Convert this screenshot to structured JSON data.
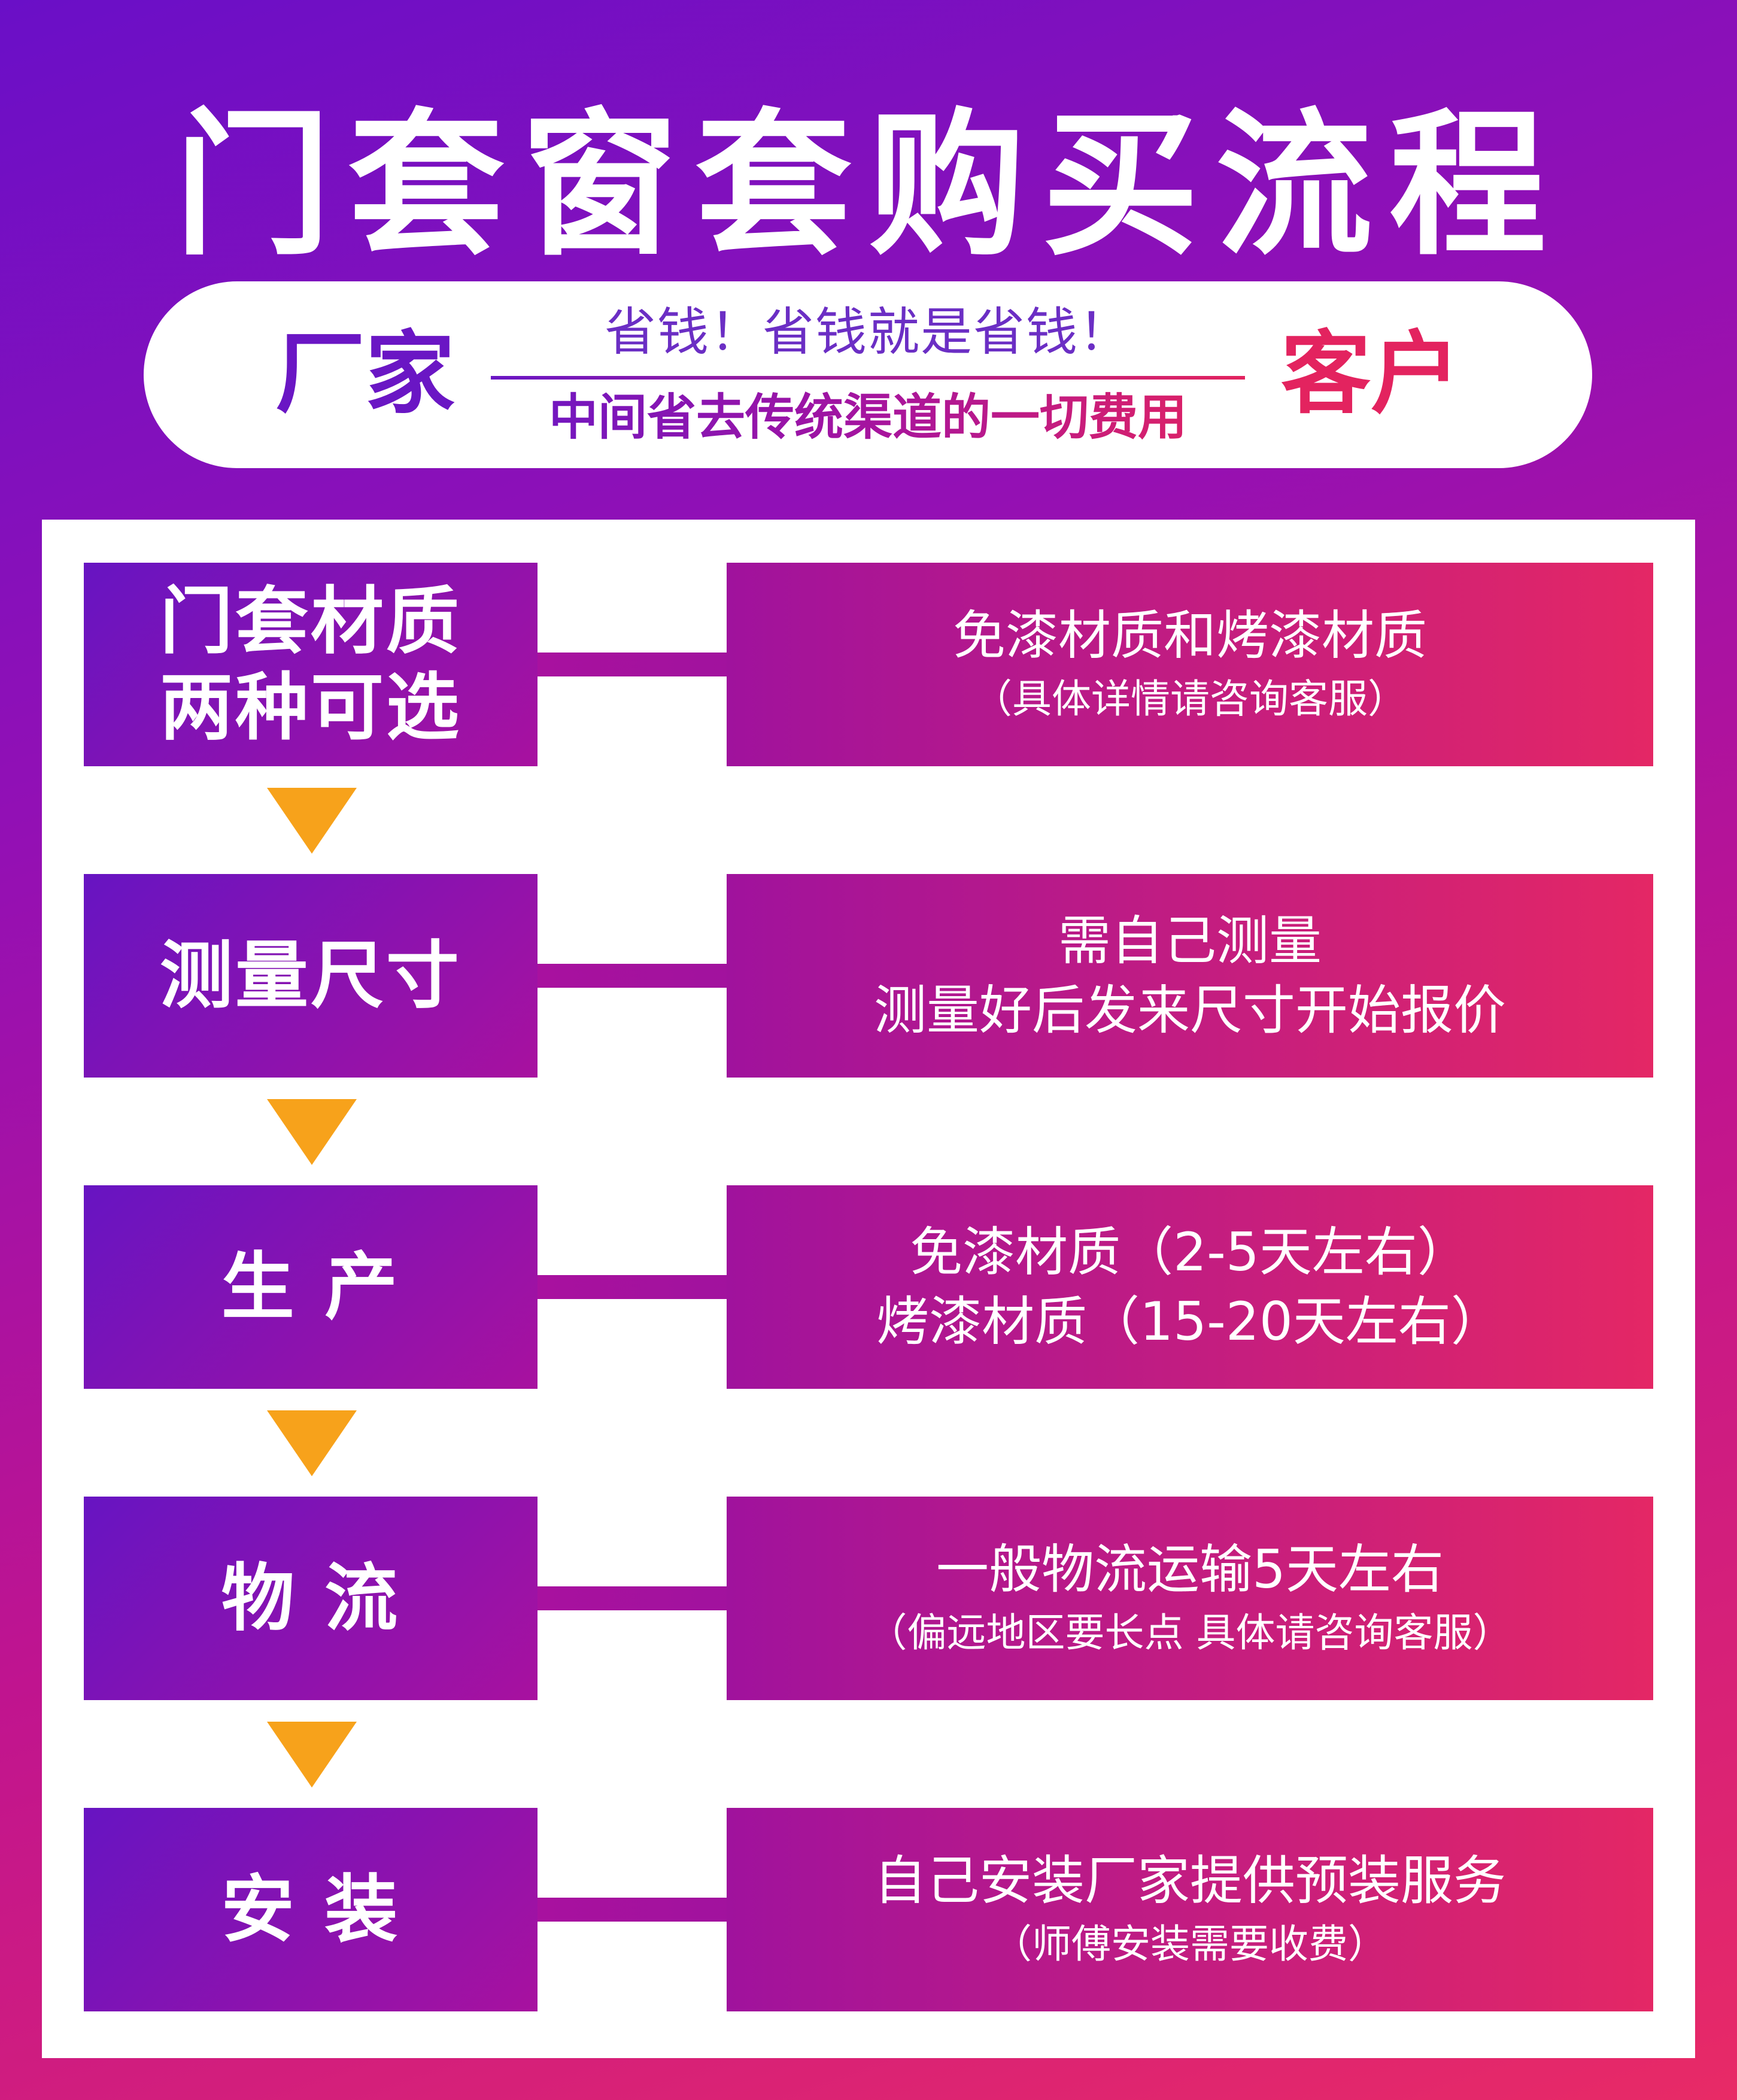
{
  "title": "门套窗套购买流程",
  "banner": {
    "left": "厂家",
    "right": "客户",
    "slogan_top": "省钱！省钱就是省钱！",
    "slogan_bottom": "中间省去传统渠道的一切费用"
  },
  "steps": [
    {
      "label": "门套材质\n两种可选",
      "lines": [
        "免漆材质和烤漆材质"
      ],
      "sub": "（具体详情请咨询客服）"
    },
    {
      "label": "测量尺寸",
      "lines": [
        "需自己测量",
        "测量好后发来尺寸开始报价"
      ],
      "sub": ""
    },
    {
      "label": "生  产",
      "lines": [
        "免漆材质（2-5天左右）",
        "烤漆材质（15-20天左右）"
      ],
      "sub": ""
    },
    {
      "label": "物  流",
      "lines": [
        "一般物流运输5天左右"
      ],
      "sub": "（偏远地区要长点 具体请咨询客服）"
    },
    {
      "label": "安  装",
      "lines": [
        "自己安装厂家提供预装服务"
      ],
      "sub": "（师傅安装需要收费）"
    }
  ],
  "colors": {
    "label_start": "#6714c2",
    "label_end": "#a8119f",
    "desc_start": "#a0129d",
    "desc_end": "#e42765",
    "arrow": "#f7a21b"
  }
}
